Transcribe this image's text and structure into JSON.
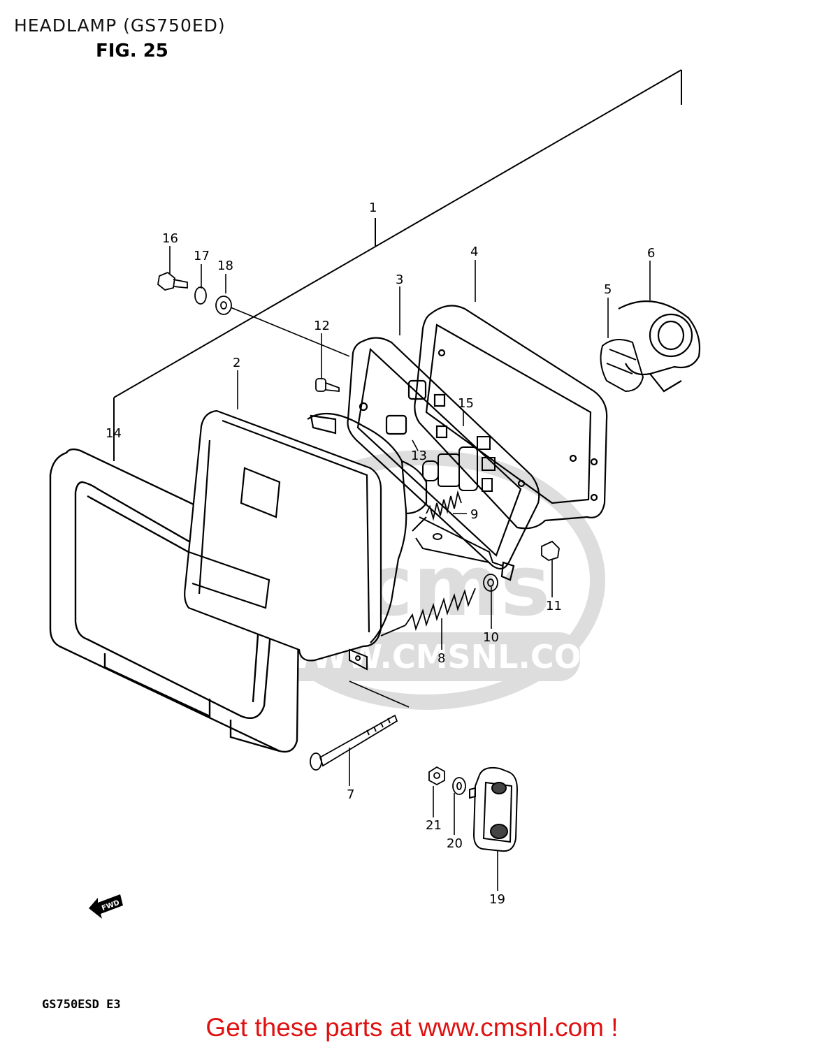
{
  "header": {
    "title": "HEADLAMP (GS750ED)",
    "fig_label": "FIG. 25"
  },
  "diagram": {
    "watermark": {
      "logo": "cms",
      "url": "WWW.CMSNL.COM"
    },
    "fwd_arrow": "FWD",
    "callouts": [
      "1",
      "2",
      "3",
      "4",
      "5",
      "6",
      "7",
      "8",
      "9",
      "10",
      "11",
      "12",
      "13",
      "14",
      "15",
      "16",
      "17",
      "18",
      "19",
      "20",
      "21"
    ]
  },
  "footer": {
    "model_code": "GS750ESD  E3",
    "link_text": "Get these parts at www.cmsnl.com !",
    "link_color": "#e01010"
  }
}
